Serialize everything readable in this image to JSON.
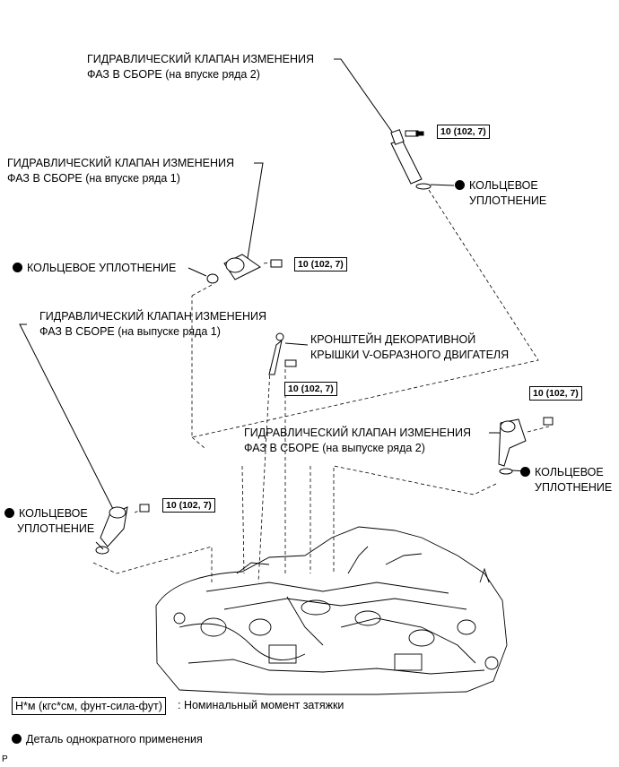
{
  "labels": {
    "ocv_intake_b2_line1": "ГИДРАВЛИЧЕСКИЙ КЛАПАН ИЗМЕНЕНИЯ",
    "ocv_intake_b2_line2": "ФАЗ В СБОРЕ (на впуске ряда 2)",
    "ocv_intake_b1_line1": "ГИДРАВЛИЧЕСКИЙ КЛАПАН ИЗМЕНЕНИЯ",
    "ocv_intake_b1_line2": "ФАЗ В СБОРЕ (на впуске ряда 1)",
    "ocv_exhaust_b1_line1": "ГИДРАВЛИЧЕСКИЙ КЛАПАН ИЗМЕНЕНИЯ",
    "ocv_exhaust_b1_line2": "ФАЗ В СБОРЕ (на выпуске ряда 1)",
    "ocv_exhaust_b2_line1": "ГИДРАВЛИЧЕСКИЙ КЛАПАН ИЗМЕНЕНИЯ",
    "ocv_exhaust_b2_line2": "ФАЗ В СБОРЕ (на выпуске ряда 2)",
    "bracket_line1": "КРОНШТЕЙН ДЕКОРАТИВНОЙ",
    "bracket_line2": "КРЫШКИ V-ОБРАЗНОГО ДВИГАТЕЛЯ",
    "oring_single": "КОЛЬЦЕВОЕ УПЛОТНЕНИЕ",
    "oring_line1": "КОЛЬЦЕВОЕ",
    "oring_line2": "УПЛОТНЕНИЕ"
  },
  "torque": {
    "spec": "10 (102, 7)"
  },
  "legend": {
    "torque_units": "Н*м (кгс*см, фунт-сила-фут)",
    "torque_desc": ": Номинальный момент затяжки",
    "nonreusable_desc": "Деталь однократного применения"
  },
  "footer": {
    "code": "P"
  }
}
